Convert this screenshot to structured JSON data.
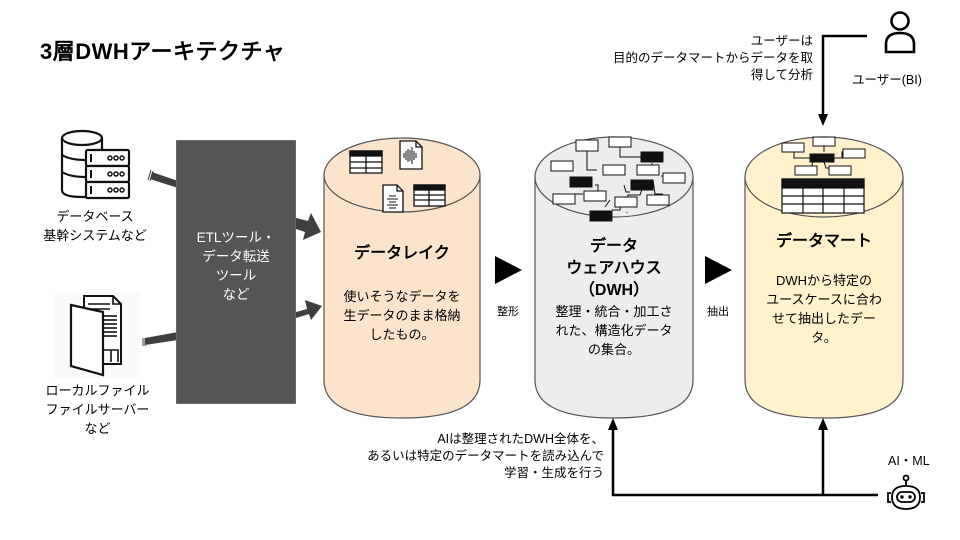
{
  "title": "3層DWHアーキテクチャ",
  "sources": {
    "database": {
      "icon": "database-server-icon",
      "lines": [
        "データベース",
        "基幹システムなど"
      ]
    },
    "files": {
      "icon": "file-documents-icon",
      "lines": [
        "ローカルファイル",
        "ファイルサーバー",
        "など"
      ]
    }
  },
  "etl": {
    "lines": [
      "ETLツール・",
      "データ転送",
      "ツール",
      "など"
    ],
    "color": "#555555"
  },
  "layers": [
    {
      "id": "data-lake",
      "title_lines": [
        "データレイク"
      ],
      "desc_lines": [
        "使いそうなデータを",
        "生データのまま格納",
        "したもの。"
      ],
      "color": "#FCE4CC"
    },
    {
      "id": "dwh",
      "title_lines": [
        "データ",
        "ウェアハウス",
        "（DWH）"
      ],
      "desc_lines": [
        "整理・統合・加工さ",
        "れた、構造化データ",
        "の集合。"
      ],
      "color": "#EDEDED"
    },
    {
      "id": "data-mart",
      "title_lines": [
        "データマート"
      ],
      "desc_lines": [
        "DWHから特定の",
        "ユースケースに合わ",
        "せて抽出したデー",
        "タ。"
      ],
      "color": "#FFF2CC"
    }
  ],
  "steps": [
    {
      "label": "整形"
    },
    {
      "label": "抽出"
    }
  ],
  "user": {
    "icon": "user-icon",
    "label": "ユーザー(BI)",
    "note_lines": [
      "ユーザーは",
      "目的のデータマートからデータを取",
      "得して分析"
    ]
  },
  "ai": {
    "icon": "robot-icon",
    "label": "AI・ML",
    "note_lines": [
      "AIは整理されたDWH全体を、",
      "あるいは特定のデータマートを読み込んで",
      "学習・生成を行う"
    ]
  }
}
